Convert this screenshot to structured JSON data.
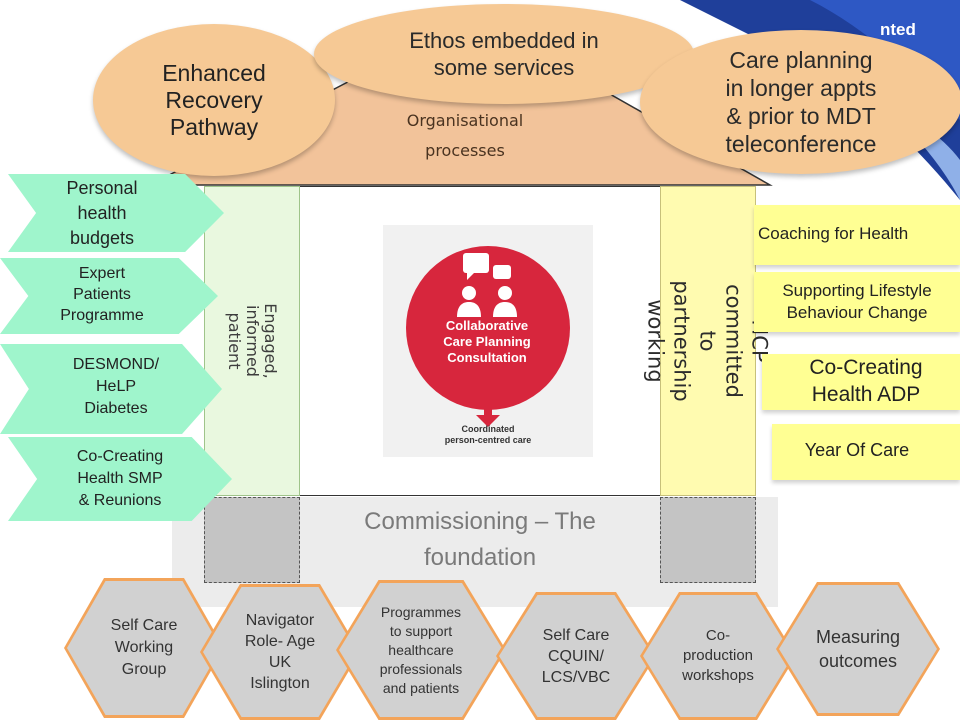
{
  "brand": {
    "text": "nted",
    "color": "#1f3f9a"
  },
  "roof": {
    "label": "Organisational\nprocesses",
    "color": "#f2c39a"
  },
  "ovals": {
    "enhanced": "Enhanced\nRecovery\nPathway",
    "ethos": "Ethos embedded in\nsome services",
    "care_planning": "Care planning\nin longer appts\n& prior to MDT\nteleconference"
  },
  "left_pillar": {
    "label": "Engaged,\ninformed patient",
    "color": "#e9f8df"
  },
  "right_pillar": {
    "label": "HCP committed to\npartnership working",
    "color": "#fffbb0"
  },
  "center_logo": {
    "title": "Collaborative\nCare Planning\nConsultation",
    "subtitle": "Coordinated\nperson-centred care",
    "accent": "#d7263d"
  },
  "foundation": {
    "label": "Commissioning – The\nfoundation"
  },
  "left_items": [
    "Personal\nhealth\nbudgets",
    "Expert\nPatients\nProgramme",
    "DESMOND/\nHeLP\nDiabetes",
    "Co-Creating\nHealth SMP\n& Reunions"
  ],
  "right_items": [
    "Coaching for Health",
    "Supporting Lifestyle\nBehaviour Change",
    "Co-Creating\nHealth ADP",
    "Year Of Care"
  ],
  "bottom_items": [
    "Self Care\nWorking\nGroup",
    "Navigator\nRole- Age\nUK\nIslington",
    "Programmes\nto support\nhealthcare\nprofessionals\nand patients",
    "Self Care\nCQUIN/\nLCS/VBC",
    "Co-\nproduction\nworkshops",
    "Measuring\noutcomes"
  ],
  "colors": {
    "oval": "#f6c995",
    "chevron": "#9ff5cc",
    "banner": "#ffff93",
    "hex_border": "#f3a45a",
    "hex_fill": "#d1d1d1"
  }
}
